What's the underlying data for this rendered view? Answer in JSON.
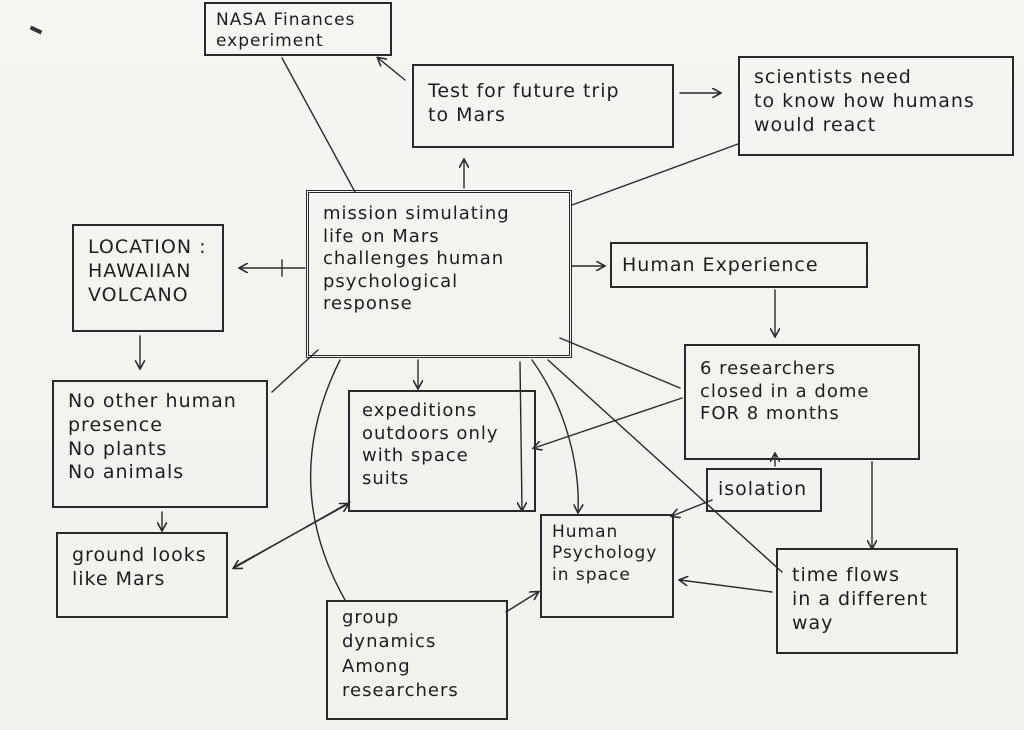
{
  "nodes": {
    "nasa": "NASA Finances\nexperiment",
    "test_mars": "Test for future trip\nto Mars",
    "scientists": "scientists need\nto know how humans\nwould react",
    "center": "mission simulating\nlife on Mars\nchallenges human\npsychological\nresponse",
    "location": "LOCATION :\nHAWAIIAN\nVOLCANO",
    "human_exp": "Human Experience",
    "no_other": "No other human\npresence\nNo plants\nNo animals",
    "expeditions": "expeditions\noutdoors only\nwith space\nsuits",
    "researchers6": "6 researchers\nclosed in a dome\nFOR 8 months",
    "isolation": "isolation",
    "ground": "ground looks\nlike Mars",
    "psychology": "Human\nPsychology\nin space",
    "time": "time flows\nin a different\nway",
    "group": "group\ndynamics\nAmong\nresearchers"
  }
}
